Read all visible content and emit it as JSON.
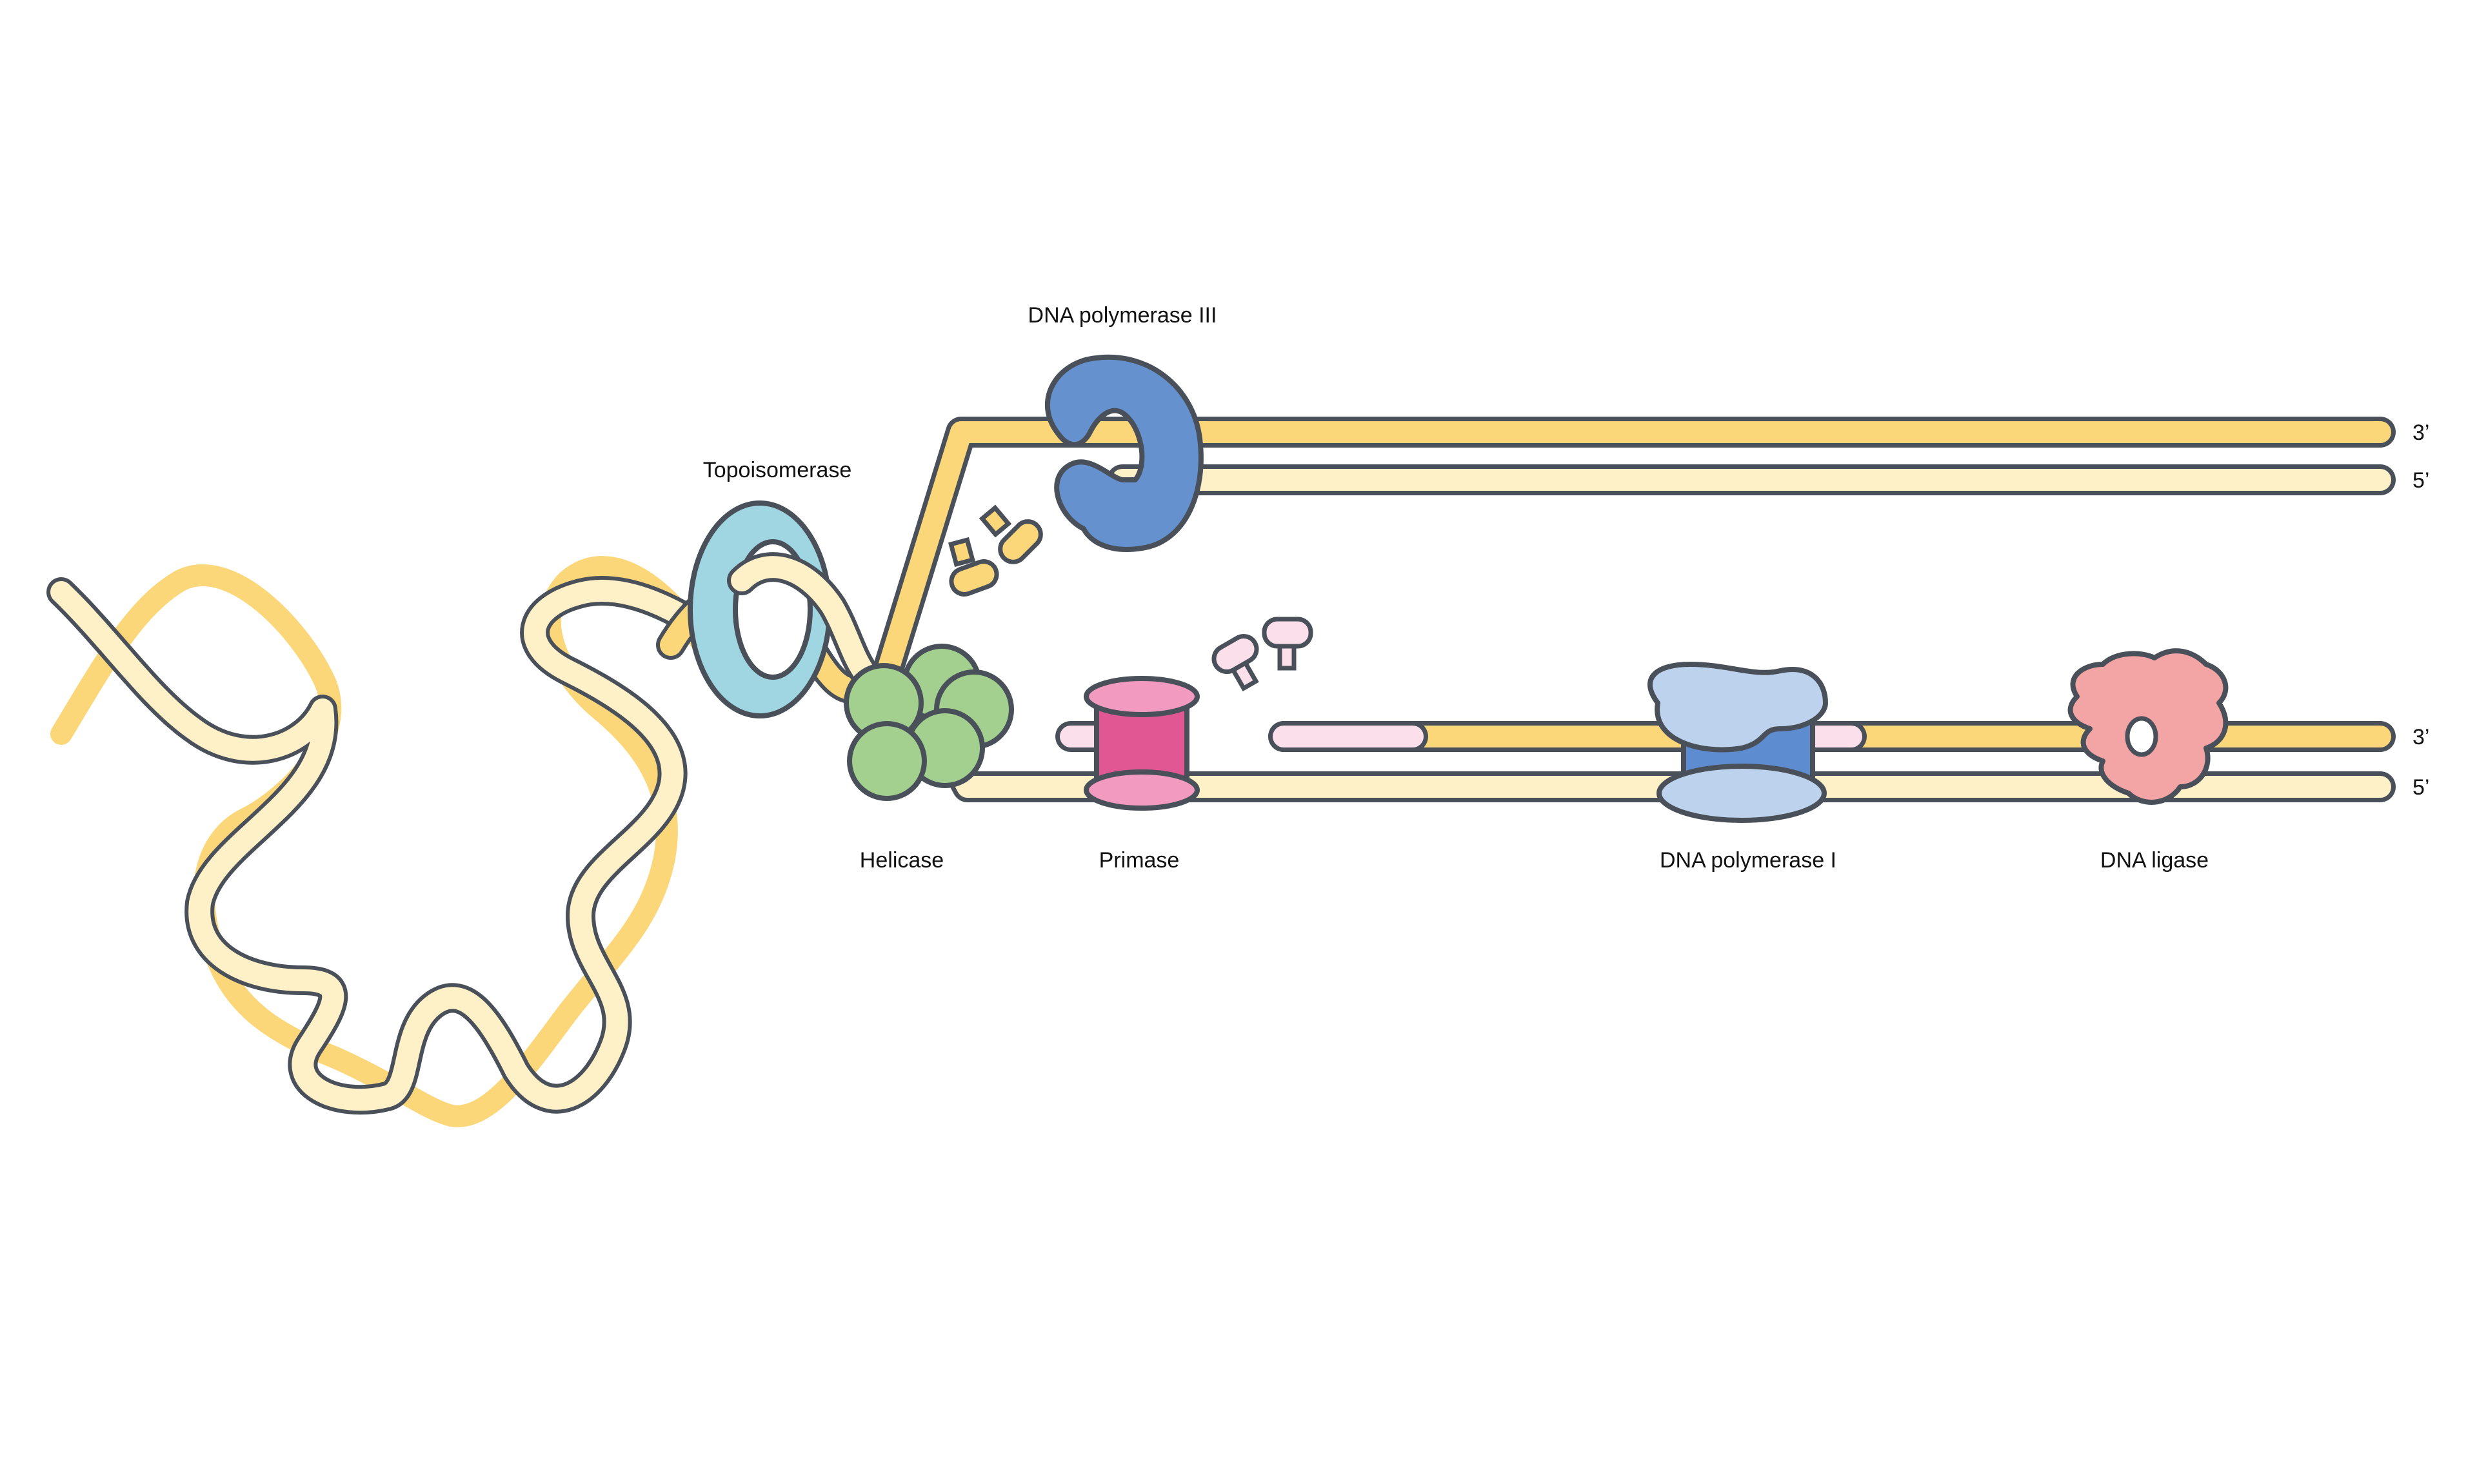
{
  "diagram": {
    "labels": {
      "topoisomerase": "Topoisomerase",
      "helicase": "Helicase",
      "dna_polymerase_iii": "DNA polymerase III",
      "primase": "Primase",
      "dna_polymerase_i": "DNA polymerase I",
      "dna_ligase": "DNA ligase"
    },
    "ends": {
      "leading_top": "3’",
      "leading_bottom": "5’",
      "lagging_top": "3’",
      "lagging_bottom": "5’"
    },
    "colors": {
      "outline": "#4a5059",
      "dna_dark": "#fbd77a",
      "dna_light": "#fef0c7",
      "topoisomerase": "#9fd6e2",
      "helicase": "#a3d08f",
      "polymerase_iii": "#6592cf",
      "primase_light": "#f29ac0",
      "primase_dark": "#e05794",
      "rna_primer": "#fbe0ec",
      "polymerase_i_light": "#bdd2ec",
      "polymerase_i_dark": "#5e8cd0",
      "ligase": "#f3a5a6"
    }
  }
}
